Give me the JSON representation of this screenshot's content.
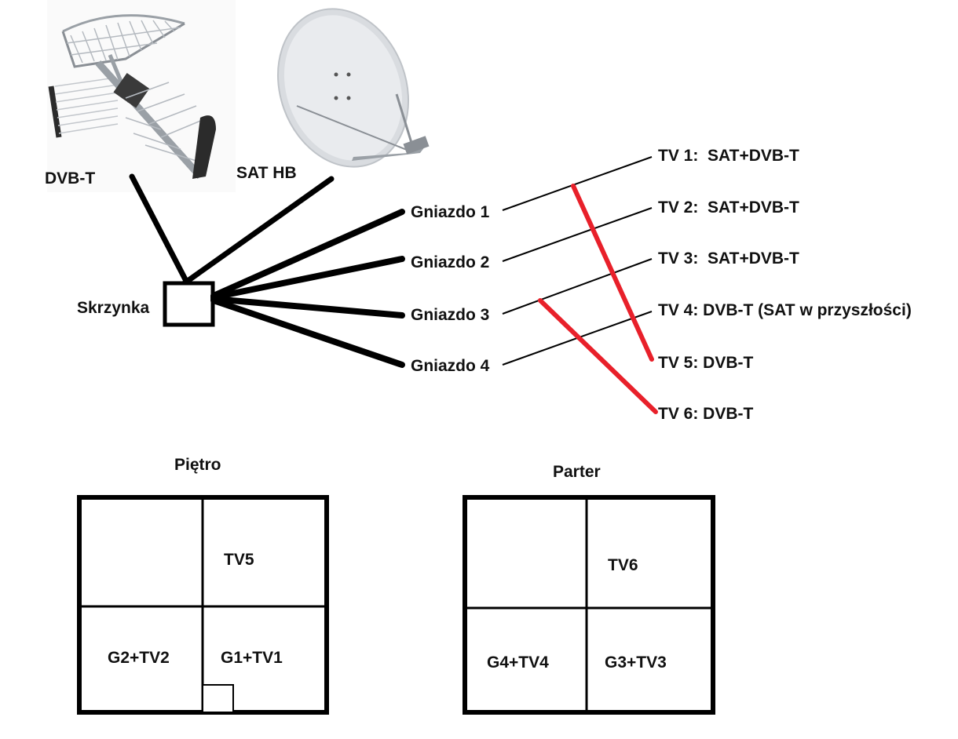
{
  "antennas": {
    "dvbt": {
      "label": "DVB-T",
      "icon": "dvbt-antenna-icon"
    },
    "sat": {
      "label": "SAT HB",
      "icon": "satellite-dish-icon"
    }
  },
  "box": {
    "label": "Skrzynka"
  },
  "sockets": [
    "Gniazdo 1",
    "Gniazdo 2",
    "Gniazdo 3",
    "Gniazdo 4"
  ],
  "tvs": [
    "TV 1:  SAT+DVB-T",
    "TV 2:  SAT+DVB-T",
    "TV 3:  SAT+DVB-T",
    "TV 4: DVB-T (SAT w przyszłości)",
    "TV 5: DVB-T",
    "TV 6: DVB-T"
  ],
  "floors": {
    "upper": {
      "title": "Piętro",
      "rooms": [
        "TV5",
        "G2+TV2",
        "G1+TV1"
      ]
    },
    "ground": {
      "title": "Parter",
      "rooms": [
        "TV6",
        "G4+TV4",
        "G3+TV3"
      ]
    }
  },
  "colors": {
    "line": "#000000",
    "extension": "#e8202a"
  }
}
